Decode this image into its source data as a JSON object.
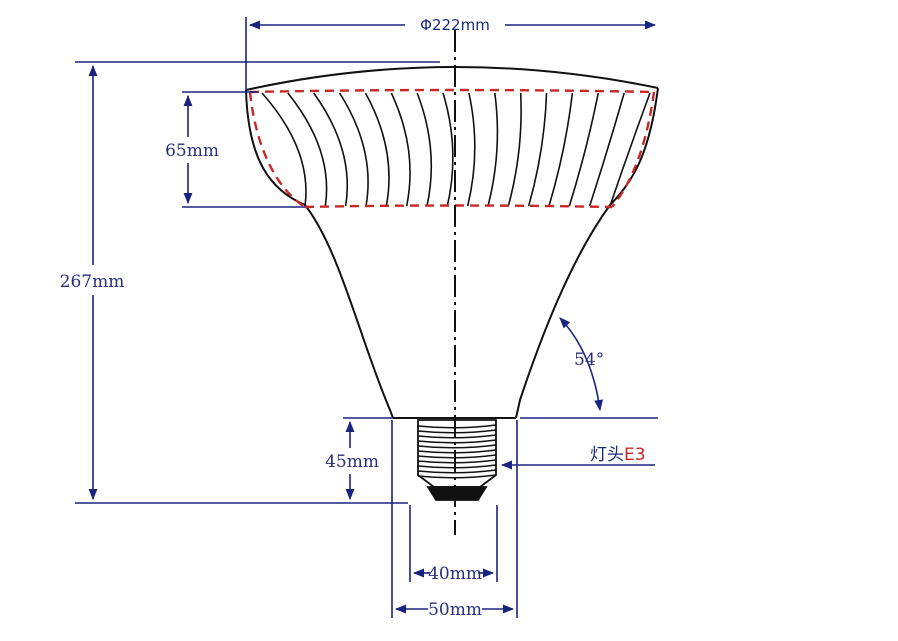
{
  "diagram": {
    "labels": {
      "diameter": "Φ222mm",
      "height_total": "267mm",
      "lens_height": "65mm",
      "base_height": "45mm",
      "base_inner_width": "40mm",
      "base_outer_width": "50mm",
      "angle": "54°",
      "base_prefix": "灯头",
      "base_code": "E3"
    },
    "colors": {
      "dimension_line": "#1a237e",
      "outline": "#111111",
      "dashed_outline": "#c62828",
      "text_blue": "#1e2a7a",
      "text_red": "#c62828"
    }
  }
}
